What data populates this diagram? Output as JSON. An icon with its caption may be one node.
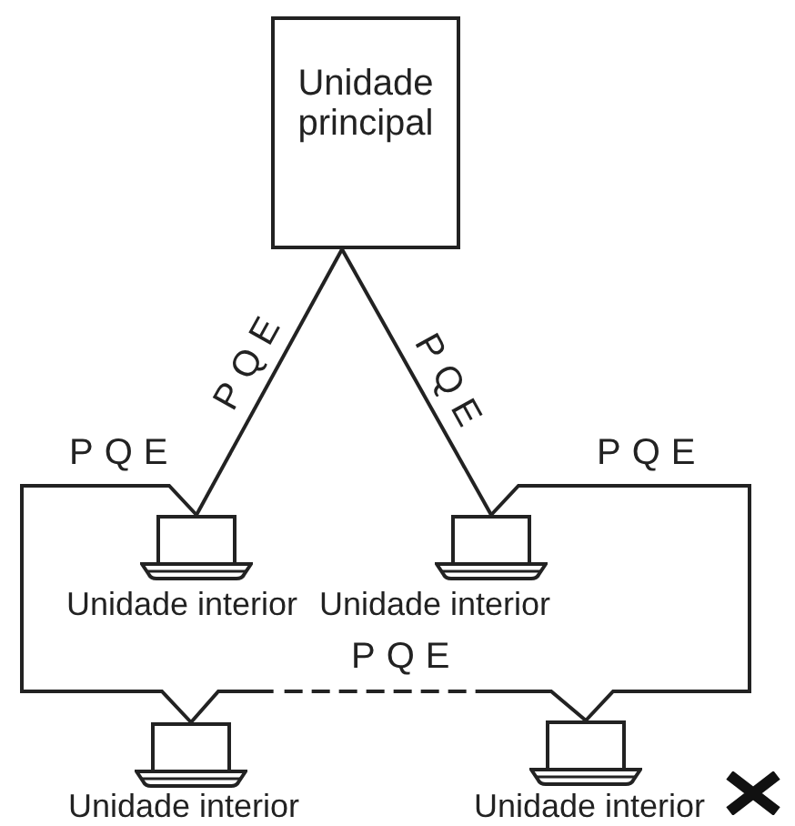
{
  "diagram": {
    "nodes": [
      {
        "text": [
          "Unidade principal"
        ]
      },
      {
        "text": [
          "Unidade interior"
        ]
      },
      {
        "text": [
          "Unidade interior"
        ]
      },
      {
        "text": [
          "Unidade interior"
        ]
      },
      {
        "text": [
          "Unidade interior"
        ]
      }
    ],
    "edges": [
      {
        "from": 0,
        "to": 1,
        "arrow": "none",
        "label": "PQE"
      },
      {
        "from": 0,
        "to": 2,
        "arrow": "none",
        "label": "PQE"
      },
      {
        "from": 1,
        "to": 3,
        "arrow": "none",
        "label": "PQE"
      },
      {
        "from": 2,
        "to": 4,
        "arrow": "none",
        "label": "PQE"
      },
      {
        "from": 3,
        "to": 4,
        "arrow": "none",
        "label": "PQE",
        "style": "dashed"
      }
    ]
  }
}
